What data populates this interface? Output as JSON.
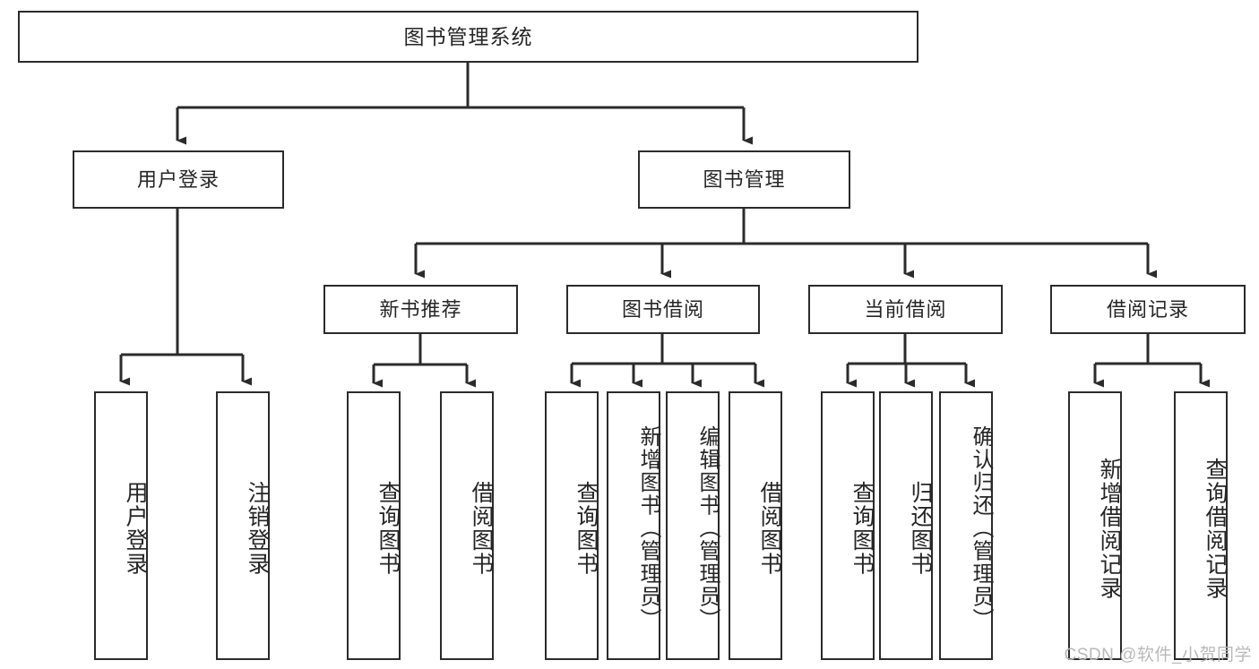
{
  "diagram": {
    "title": "图书管理系统",
    "root": {
      "label": "图书管理系统"
    },
    "level2": [
      {
        "label": "用户登录"
      },
      {
        "label": "图书管理"
      }
    ],
    "level3": [
      {
        "label": "新书推荐"
      },
      {
        "label": "图书借阅"
      },
      {
        "label": "当前借阅"
      },
      {
        "label": "借阅记录"
      }
    ],
    "leaves": {
      "user_login": [
        {
          "label": "用户登录"
        },
        {
          "label": "注销登录"
        }
      ],
      "new_book_recommend": [
        {
          "label": "查询图书"
        },
        {
          "label": "借阅图书"
        }
      ],
      "book_borrow": [
        {
          "label": "查询图书"
        },
        {
          "label": "新增图书（管理员）"
        },
        {
          "label": "编辑图书（管理员）"
        },
        {
          "label": "借阅图书"
        }
      ],
      "current_borrow": [
        {
          "label": "查询图书"
        },
        {
          "label": "归还图书"
        },
        {
          "label": "确认归还（管理员）"
        }
      ],
      "borrow_record": [
        {
          "label": "新增借阅记录"
        },
        {
          "label": "查询借阅记录"
        }
      ]
    }
  },
  "watermark": {
    "text": "CSDN @软件_小贺同学"
  },
  "colors": {
    "stroke": "#2b2b2b",
    "fill": "#ffffff",
    "text": "#262626",
    "watermark": "#b9b9b9"
  }
}
